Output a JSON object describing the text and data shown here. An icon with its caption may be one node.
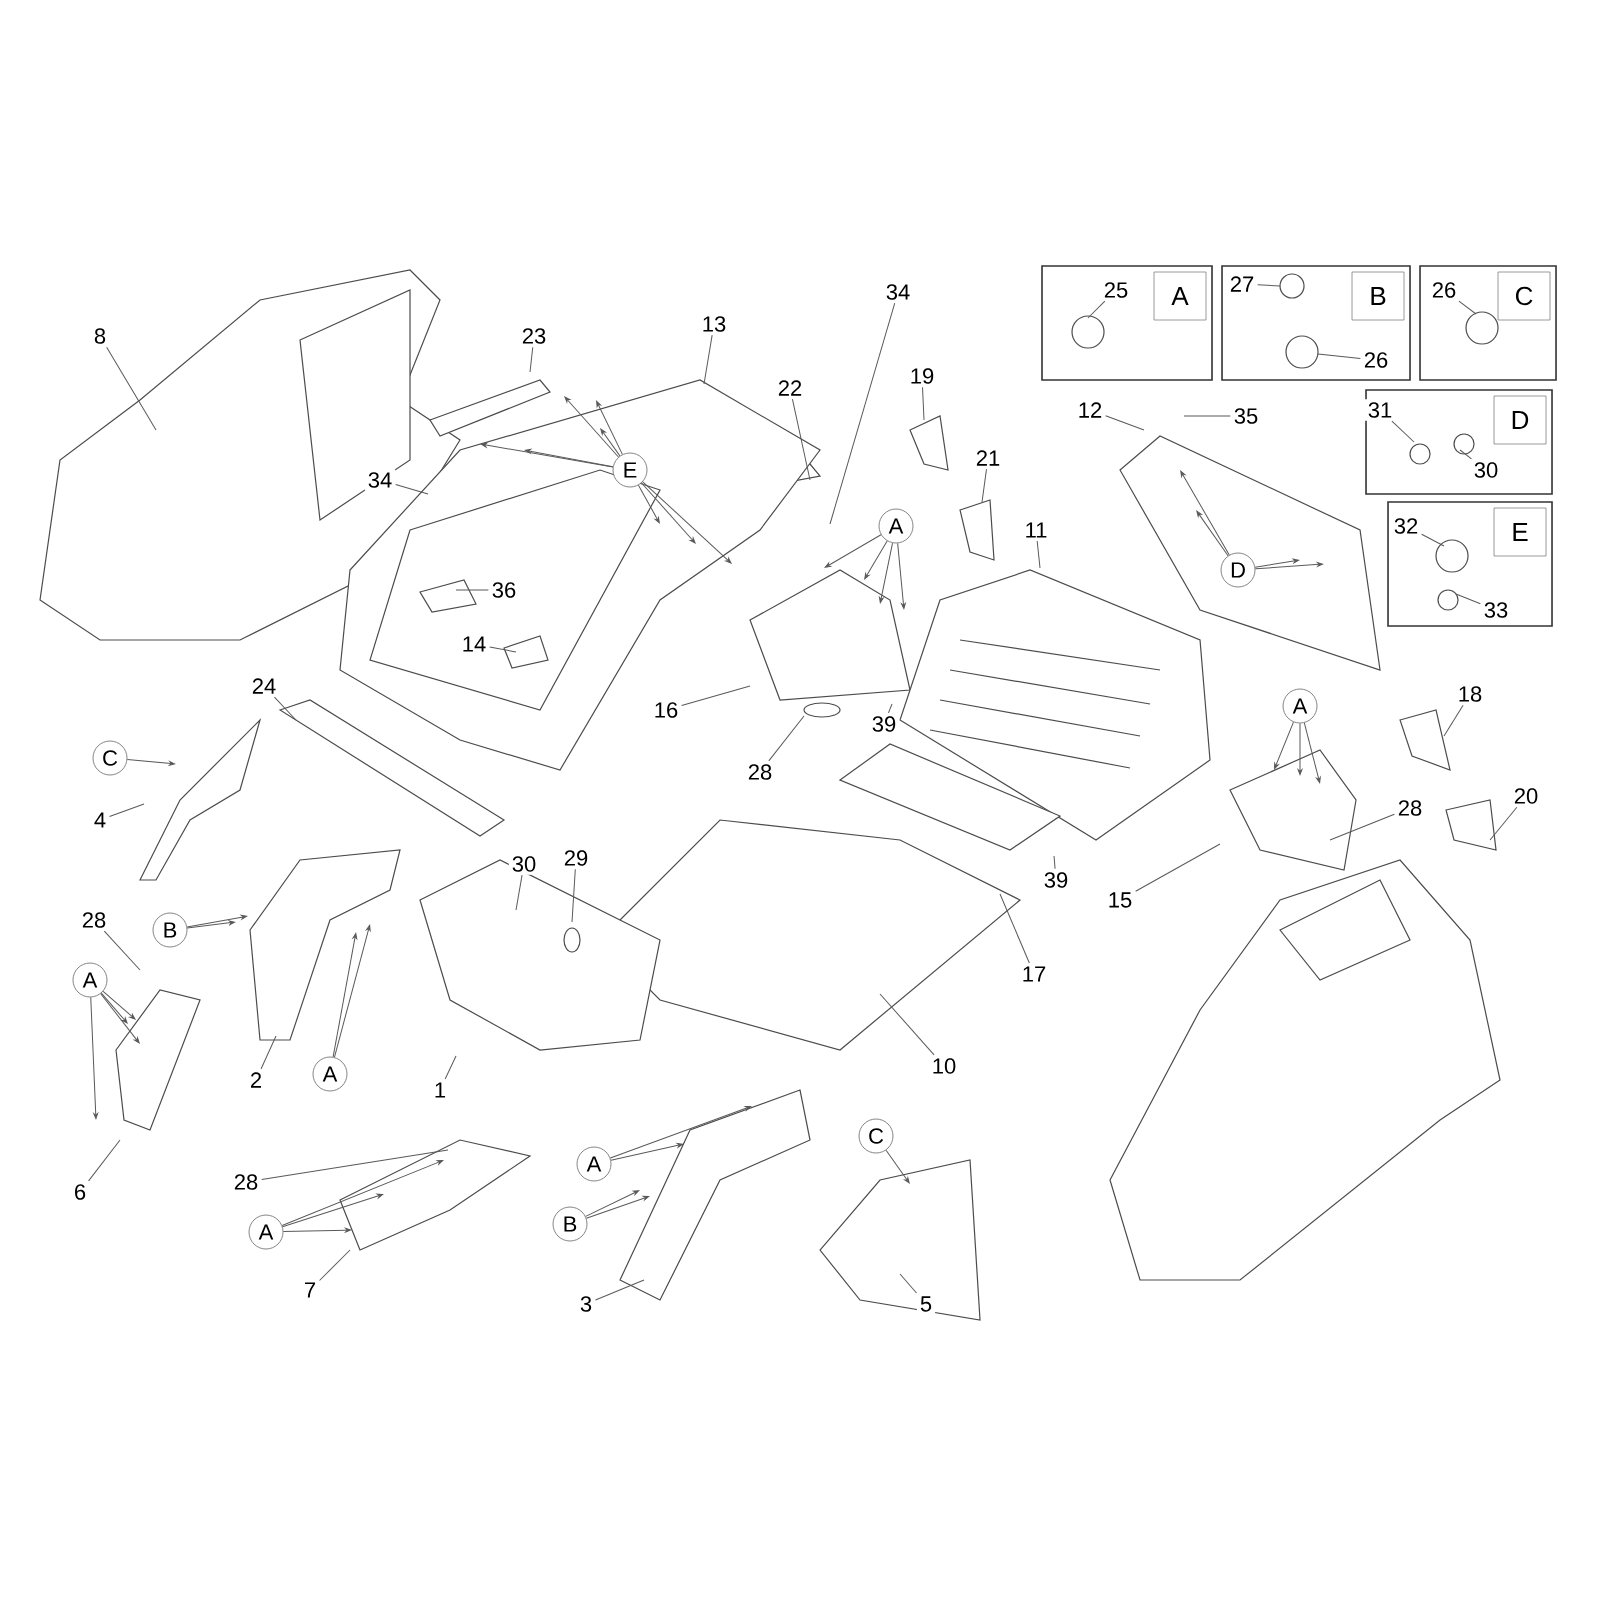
{
  "diagram": {
    "nodes": [
      {
        "text": [
          "8"
        ]
      },
      {
        "text": [
          "23"
        ]
      },
      {
        "text": [
          "13"
        ]
      },
      {
        "text": [
          "22"
        ]
      },
      {
        "text": [
          "34"
        ]
      },
      {
        "text": [
          "34"
        ]
      },
      {
        "text": [
          "E"
        ]
      },
      {
        "text": [
          "36"
        ]
      },
      {
        "text": [
          "14"
        ]
      },
      {
        "text": [
          "19"
        ]
      },
      {
        "text": [
          "21"
        ]
      },
      {
        "text": [
          "A"
        ]
      },
      {
        "text": [
          "11"
        ]
      },
      {
        "text": [
          "24"
        ]
      },
      {
        "text": [
          "16"
        ]
      },
      {
        "text": [
          "28"
        ]
      },
      {
        "text": [
          "39"
        ]
      },
      {
        "text": [
          "39"
        ]
      },
      {
        "text": [
          "12"
        ]
      },
      {
        "text": [
          "35"
        ]
      },
      {
        "text": [
          "D"
        ]
      },
      {
        "text": [
          "A"
        ]
      },
      {
        "text": [
          "18"
        ]
      },
      {
        "text": [
          "28"
        ]
      },
      {
        "text": [
          "20"
        ]
      },
      {
        "text": [
          "15"
        ]
      },
      {
        "text": [
          "17"
        ]
      },
      {
        "text": [
          "C"
        ]
      },
      {
        "text": [
          "4"
        ]
      },
      {
        "text": [
          "30"
        ]
      },
      {
        "text": [
          "29"
        ]
      },
      {
        "text": [
          "10"
        ]
      },
      {
        "text": [
          "28"
        ]
      },
      {
        "text": [
          "B"
        ]
      },
      {
        "text": [
          "A"
        ]
      },
      {
        "text": [
          "2"
        ]
      },
      {
        "text": [
          "A"
        ]
      },
      {
        "text": [
          "1"
        ]
      },
      {
        "text": [
          "6"
        ]
      },
      {
        "text": [
          "28"
        ]
      },
      {
        "text": [
          "A"
        ]
      },
      {
        "text": [
          "7"
        ]
      },
      {
        "text": [
          "A"
        ]
      },
      {
        "text": [
          "B"
        ]
      },
      {
        "text": [
          "3"
        ]
      },
      {
        "text": [
          "C"
        ]
      },
      {
        "text": [
          "5"
        ]
      },
      {
        "text": [
          "A"
        ]
      },
      {
        "text": [
          "25"
        ],
        "in": 47
      },
      {
        "text": [
          "B"
        ]
      },
      {
        "text": [
          "27"
        ],
        "in": 49
      },
      {
        "text": [
          "26"
        ],
        "in": 49
      },
      {
        "text": [
          "C"
        ]
      },
      {
        "text": [
          "26"
        ],
        "in": 52
      },
      {
        "text": [
          "D"
        ]
      },
      {
        "text": [
          "31"
        ],
        "in": 54
      },
      {
        "text": [
          "30"
        ],
        "in": 54
      },
      {
        "text": [
          "E"
        ]
      },
      {
        "text": [
          "32"
        ],
        "in": 57
      },
      {
        "text": [
          "33"
        ],
        "in": 57
      }
    ],
    "edges": [
      {
        "from": 0,
        "to": null,
        "arrow": "none"
      },
      {
        "from": 1,
        "to": null,
        "arrow": "none"
      },
      {
        "from": 2,
        "to": null,
        "arrow": "none"
      },
      {
        "from": 3,
        "to": null,
        "arrow": "none"
      },
      {
        "from": 4,
        "to": null,
        "arrow": "none"
      },
      {
        "from": 5,
        "to": null,
        "arrow": "none"
      },
      {
        "from": 6,
        "to": null,
        "arrow": "to"
      },
      {
        "from": 6,
        "to": null,
        "arrow": "to"
      },
      {
        "from": 6,
        "to": null,
        "arrow": "to"
      },
      {
        "from": 6,
        "to": null,
        "arrow": "to"
      },
      {
        "from": 6,
        "to": null,
        "arrow": "to"
      },
      {
        "from": 6,
        "to": null,
        "arrow": "to"
      },
      {
        "from": 6,
        "to": null,
        "arrow": "to"
      },
      {
        "from": 6,
        "to": null,
        "arrow": "to"
      },
      {
        "from": 7,
        "to": null,
        "arrow": "none"
      },
      {
        "from": 8,
        "to": null,
        "arrow": "none"
      },
      {
        "from": 9,
        "to": null,
        "arrow": "none"
      },
      {
        "from": 10,
        "to": null,
        "arrow": "none"
      },
      {
        "from": 11,
        "to": null,
        "arrow": "to"
      },
      {
        "from": 11,
        "to": null,
        "arrow": "to"
      },
      {
        "from": 11,
        "to": null,
        "arrow": "to"
      },
      {
        "from": 11,
        "to": null,
        "arrow": "to"
      },
      {
        "from": 12,
        "to": null,
        "arrow": "none"
      },
      {
        "from": 13,
        "to": null,
        "arrow": "none"
      },
      {
        "from": 14,
        "to": null,
        "arrow": "none"
      },
      {
        "from": 15,
        "to": null,
        "arrow": "none"
      },
      {
        "from": 16,
        "to": null,
        "arrow": "none"
      },
      {
        "from": 17,
        "to": null,
        "arrow": "none"
      },
      {
        "from": 18,
        "to": null,
        "arrow": "none"
      },
      {
        "from": 19,
        "to": null,
        "arrow": "none"
      },
      {
        "from": 20,
        "to": null,
        "arrow": "to"
      },
      {
        "from": 20,
        "to": null,
        "arrow": "to"
      },
      {
        "from": 20,
        "to": null,
        "arrow": "to"
      },
      {
        "from": 20,
        "to": null,
        "arrow": "to"
      },
      {
        "from": 21,
        "to": null,
        "arrow": "to"
      },
      {
        "from": 21,
        "to": null,
        "arrow": "to"
      },
      {
        "from": 21,
        "to": null,
        "arrow": "to"
      },
      {
        "from": 22,
        "to": null,
        "arrow": "none"
      },
      {
        "from": 23,
        "to": null,
        "arrow": "none"
      },
      {
        "from": 24,
        "to": null,
        "arrow": "none"
      },
      {
        "from": 25,
        "to": null,
        "arrow": "none"
      },
      {
        "from": 26,
        "to": null,
        "arrow": "none"
      },
      {
        "from": 27,
        "to": null,
        "arrow": "to"
      },
      {
        "from": 28,
        "to": null,
        "arrow": "none"
      },
      {
        "from": 29,
        "to": null,
        "arrow": "none"
      },
      {
        "from": 30,
        "to": null,
        "arrow": "none"
      },
      {
        "from": 31,
        "to": null,
        "arrow": "none"
      },
      {
        "from": 32,
        "to": null,
        "arrow": "none"
      },
      {
        "from": 33,
        "to": null,
        "arrow": "to"
      },
      {
        "from": 33,
        "to": null,
        "arrow": "to"
      },
      {
        "from": 34,
        "to": null,
        "arrow": "to"
      },
      {
        "from": 34,
        "to": null,
        "arrow": "to"
      },
      {
        "from": 34,
        "to": null,
        "arrow": "to"
      },
      {
        "from": 34,
        "to": null,
        "arrow": "to"
      },
      {
        "from": 35,
        "to": null,
        "arrow": "none"
      },
      {
        "from": 36,
        "to": null,
        "arrow": "to"
      },
      {
        "from": 36,
        "to": null,
        "arrow": "to"
      },
      {
        "from": 37,
        "to": null,
        "arrow": "none"
      },
      {
        "from": 38,
        "to": null,
        "arrow": "none"
      },
      {
        "from": 39,
        "to": null,
        "arrow": "none"
      },
      {
        "from": 40,
        "to": null,
        "arrow": "to"
      },
      {
        "from": 40,
        "to": null,
        "arrow": "to"
      },
      {
        "from": 40,
        "to": null,
        "arrow": "to"
      },
      {
        "from": 41,
        "to": null,
        "arrow": "none"
      },
      {
        "from": 42,
        "to": null,
        "arrow": "to"
      },
      {
        "from": 42,
        "to": null,
        "arrow": "to"
      },
      {
        "from": 43,
        "to": null,
        "arrow": "to"
      },
      {
        "from": 43,
        "to": null,
        "arrow": "to"
      },
      {
        "from": 44,
        "to": null,
        "arrow": "none"
      },
      {
        "from": 45,
        "to": null,
        "arrow": "to"
      },
      {
        "from": 46,
        "to": null,
        "arrow": "none"
      },
      {
        "from": 48,
        "to": null,
        "arrow": "none"
      },
      {
        "from": 50,
        "to": null,
        "arrow": "none"
      },
      {
        "from": 51,
        "to": null,
        "arrow": "none"
      },
      {
        "from": 53,
        "to": null,
        "arrow": "none"
      },
      {
        "from": 55,
        "to": null,
        "arrow": "none"
      },
      {
        "from": 56,
        "to": null,
        "arrow": "none"
      },
      {
        "from": 58,
        "to": null,
        "arrow": "none"
      },
      {
        "from": 59,
        "to": null,
        "arrow": "none"
      }
    ]
  }
}
